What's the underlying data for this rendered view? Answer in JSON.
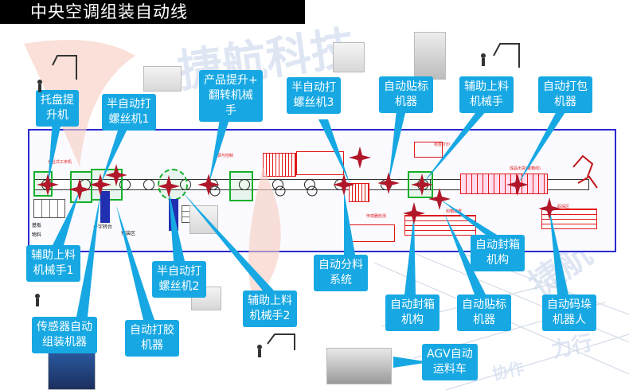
{
  "title": "中央空调组装自动线",
  "watermarks": [
    "捷航科技",
    "捷航",
    "力行",
    "协作"
  ],
  "callouts": {
    "tray_lift": "托盘提\n升机",
    "screw1": "半自动打\n螺丝机1",
    "lift_flip": "产品提升+\n翻转机械\n手",
    "screw3": "半自动打\n螺丝机3",
    "label_top": "自动贴标\n机器",
    "aux_top": "辅助上料\n机械手",
    "pack": "自动打包\n机器",
    "aux1": "辅助上料\n机械手1",
    "screw2": "半自动打\n螺丝机2",
    "aux2": "辅助上料\n机械手2",
    "sort": "自动分料\n系统",
    "seal_right": "自动封箱\n机构",
    "sensor": "传感器自动\n组装机器",
    "glue": "自动打胶\n机器",
    "seal_bottom": "自动封箱\n机构",
    "label_bottom": "自动贴标\n机器",
    "palletizer": "自动码垛\n机器人",
    "agv": "AGV自动\n运料车"
  },
  "layout_text": {
    "material_1": "基板",
    "material_2": "物料",
    "cross_transfer": "十字转台",
    "zone_a": "预装区",
    "note_red_1": "作业式工序机",
    "note_red_2": "电源与控制",
    "note_red_3": "标签打印",
    "note_red_4": "封箱装置",
    "note_red_5": "传感器检测",
    "note_red_6": "成品出货(装箱线)",
    "note_red_7": "码垛区"
  },
  "colors": {
    "callout_bg": "#17a8e3",
    "frame": "#2a2ad0",
    "highlight": "#15b02a",
    "marker": "#b0182a",
    "layout_red": "#e01818"
  }
}
